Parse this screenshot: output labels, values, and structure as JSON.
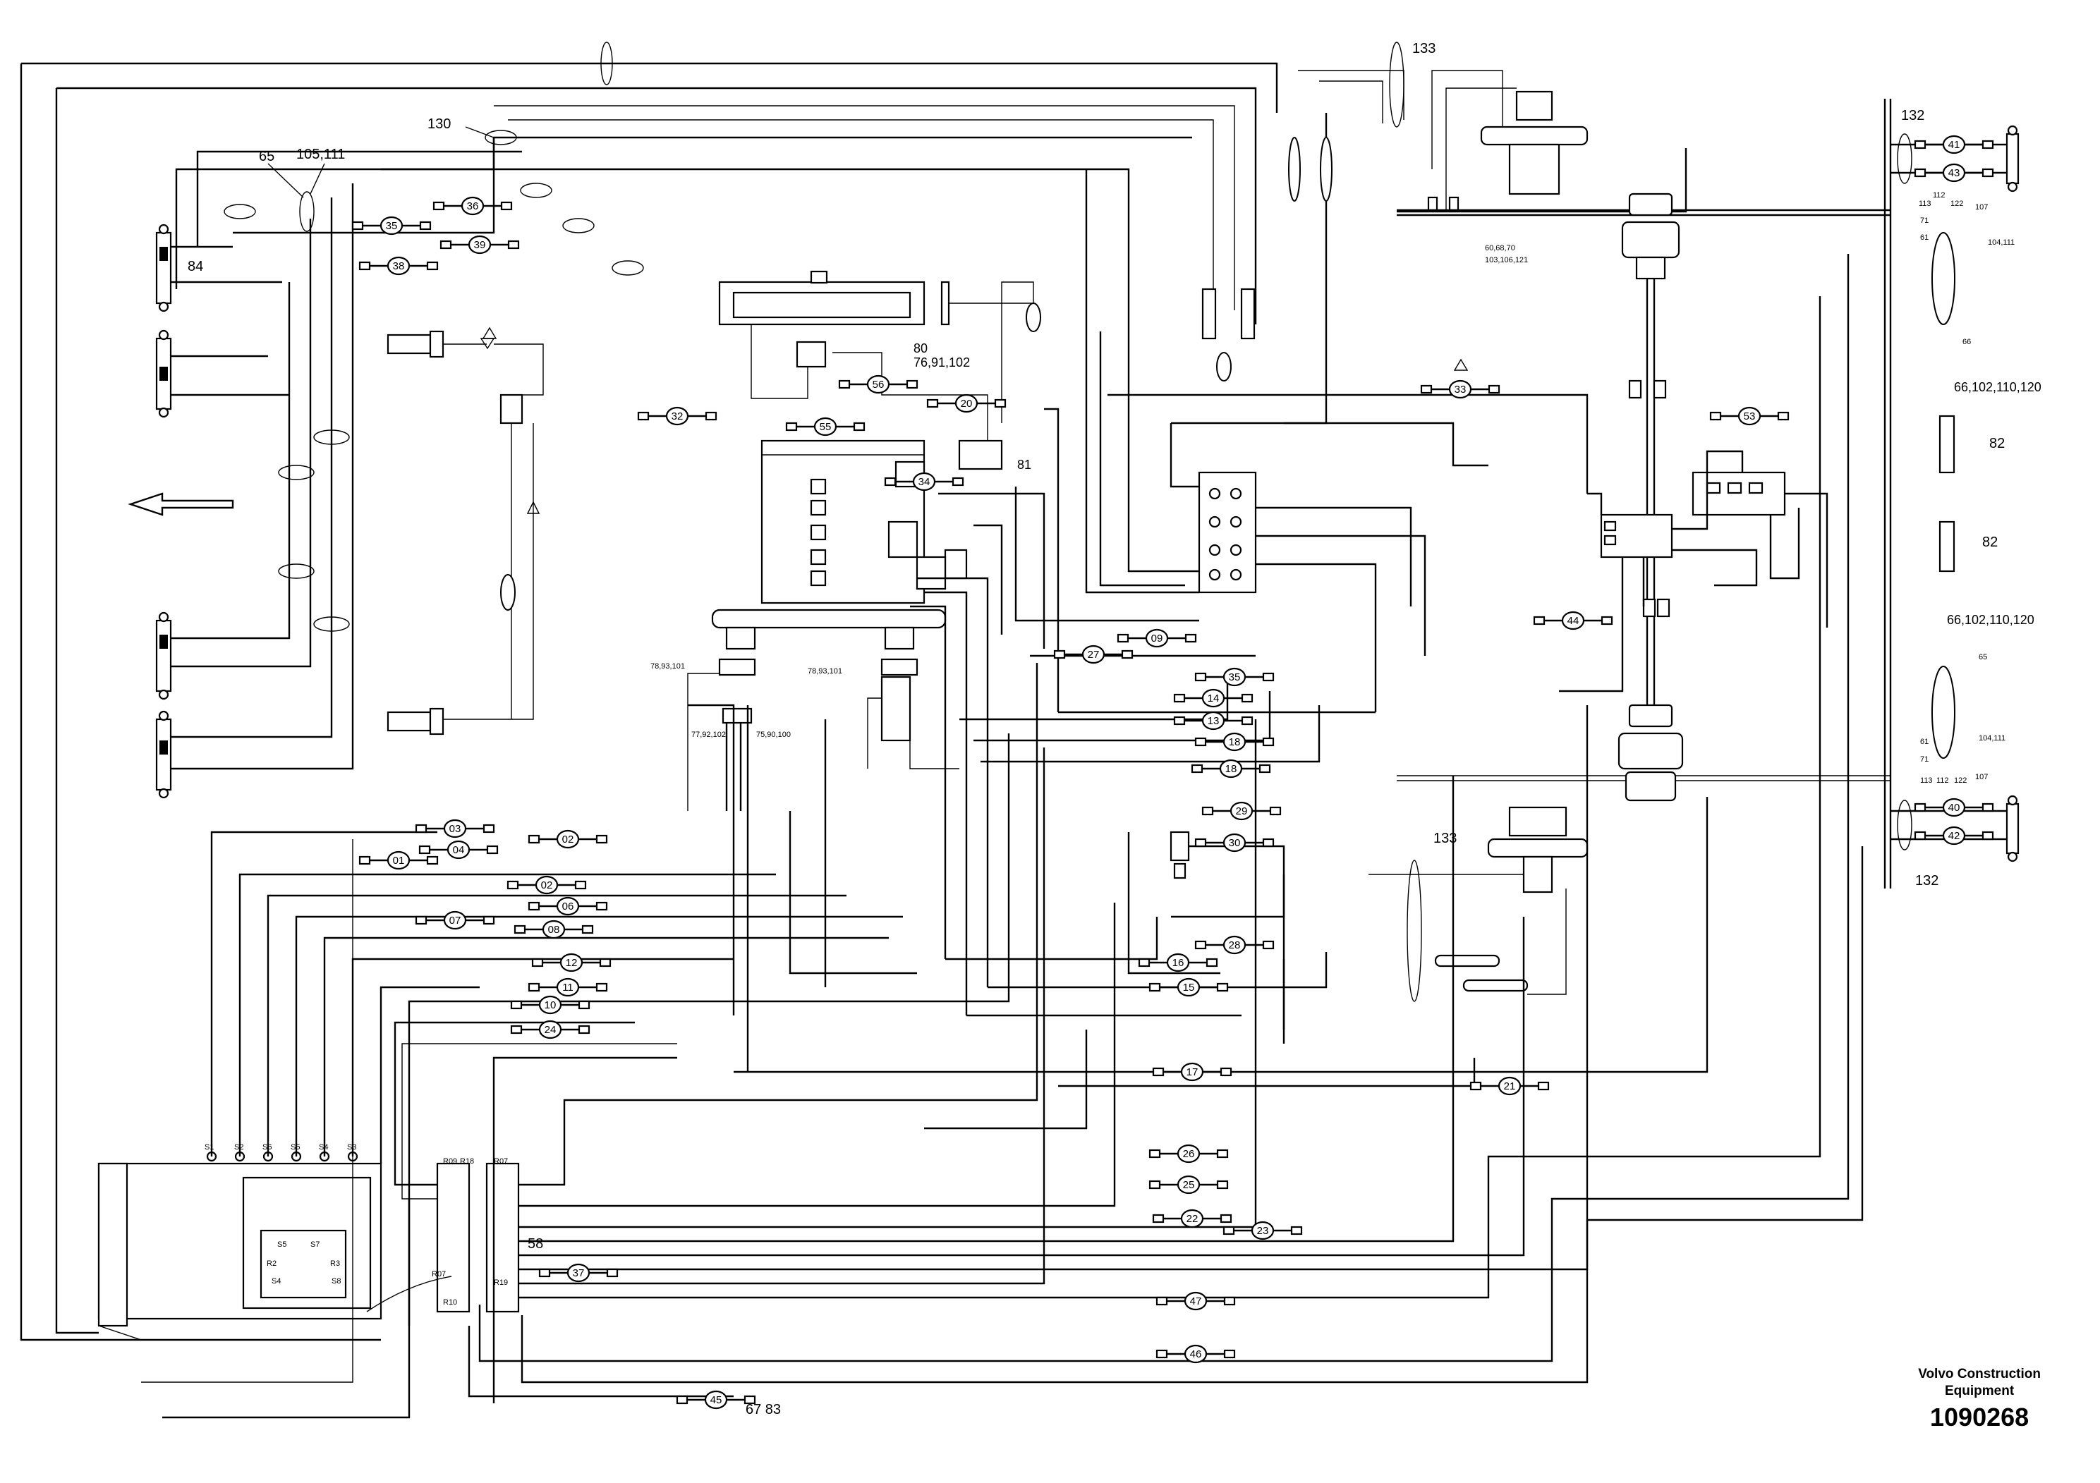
{
  "sheet": {
    "brand_line1": "Volvo Construction",
    "brand_line2": "Equipment",
    "drawing_number": "1090268"
  },
  "callouts": {
    "c133_top": "133",
    "c130": "130",
    "c65_left": "65",
    "c105_111": "105,111",
    "c84": "84",
    "c60_68_70": "60,68,70",
    "c103_106_121": "103,106,121",
    "c80": "80",
    "c76_91_102": "76,91,102",
    "c81": "81",
    "c78_93_101_left": "78,93,101",
    "c78_93_101_right": "78,93,101",
    "c77_92_102": "77,92,102",
    "c75_90_100": "75,90,100",
    "c132_top": "132",
    "c66_right": "66",
    "c61_top": "61",
    "c71_top": "71",
    "c113_top": "113",
    "c112_top": "112",
    "c122_top": "122",
    "c107_top": "107",
    "c104_111_top": "104,111",
    "c66_102_110_120_top": "66,102,110,120",
    "c82_top": "82",
    "c82_mid": "82",
    "c66_102_110_120_bot": "66,102,110,120",
    "c65_right": "65",
    "c104_111_bot": "104,111",
    "c61_bot": "61",
    "c71_bot": "71",
    "c113_bot": "113",
    "c112_bot": "112",
    "c122_bot": "122",
    "c107_bot": "107",
    "c132_bot": "132",
    "c133_bot": "133",
    "c58": "58",
    "c67_83": "67 83"
  },
  "hoses": [
    {
      "id": "h36",
      "label": "36"
    },
    {
      "id": "h35",
      "label": "35"
    },
    {
      "id": "h39",
      "label": "39"
    },
    {
      "id": "h38",
      "label": "38"
    },
    {
      "id": "h32",
      "label": "32"
    },
    {
      "id": "h56",
      "label": "56"
    },
    {
      "id": "h20",
      "label": "20"
    },
    {
      "id": "h55",
      "label": "55"
    },
    {
      "id": "h34",
      "label": "34"
    },
    {
      "id": "h33",
      "label": "33"
    },
    {
      "id": "h53",
      "label": "53"
    },
    {
      "id": "h41",
      "label": "41"
    },
    {
      "id": "h43",
      "label": "43"
    },
    {
      "id": "h09",
      "label": "09"
    },
    {
      "id": "h27",
      "label": "27"
    },
    {
      "id": "h44",
      "label": "44"
    },
    {
      "id": "h35b",
      "label": "35"
    },
    {
      "id": "h14",
      "label": "14"
    },
    {
      "id": "h13",
      "label": "13"
    },
    {
      "id": "h18",
      "label": "18"
    },
    {
      "id": "h18b",
      "label": "18"
    },
    {
      "id": "h29",
      "label": "29"
    },
    {
      "id": "h30",
      "label": "30"
    },
    {
      "id": "h28",
      "label": "28"
    },
    {
      "id": "h16",
      "label": "16"
    },
    {
      "id": "h15",
      "label": "15"
    },
    {
      "id": "h17",
      "label": "17"
    },
    {
      "id": "h21",
      "label": "21"
    },
    {
      "id": "h26",
      "label": "26"
    },
    {
      "id": "h25",
      "label": "25"
    },
    {
      "id": "h22",
      "label": "22"
    },
    {
      "id": "h23",
      "label": "23"
    },
    {
      "id": "h47",
      "label": "47"
    },
    {
      "id": "h46",
      "label": "46"
    },
    {
      "id": "h45",
      "label": "45"
    },
    {
      "id": "h37",
      "label": "37"
    },
    {
      "id": "h03",
      "label": "03"
    },
    {
      "id": "h02",
      "label": "02"
    },
    {
      "id": "h04",
      "label": "04"
    },
    {
      "id": "h01",
      "label": "01"
    },
    {
      "id": "h02b",
      "label": "02"
    },
    {
      "id": "h06",
      "label": "06"
    },
    {
      "id": "h07",
      "label": "07"
    },
    {
      "id": "h08",
      "label": "08"
    },
    {
      "id": "h12",
      "label": "12"
    },
    {
      "id": "h11",
      "label": "11"
    },
    {
      "id": "h10",
      "label": "10"
    },
    {
      "id": "h24",
      "label": "24"
    },
    {
      "id": "h40",
      "label": "40"
    },
    {
      "id": "h42",
      "label": "42"
    }
  ],
  "valve_ports": {
    "s1": "S1",
    "s2": "S2",
    "s6": "S6",
    "s5": "S5",
    "s4": "S4",
    "s3": "S3",
    "in_s5": "S5",
    "in_s7": "S7",
    "in_r2": "R2",
    "in_r3": "R3",
    "in_s4": "S4",
    "in_s8": "S8",
    "r09": "R09",
    "r18": "R18",
    "r07": "R07",
    "r07b": "R07",
    "r10": "R10",
    "r19": "R19"
  }
}
